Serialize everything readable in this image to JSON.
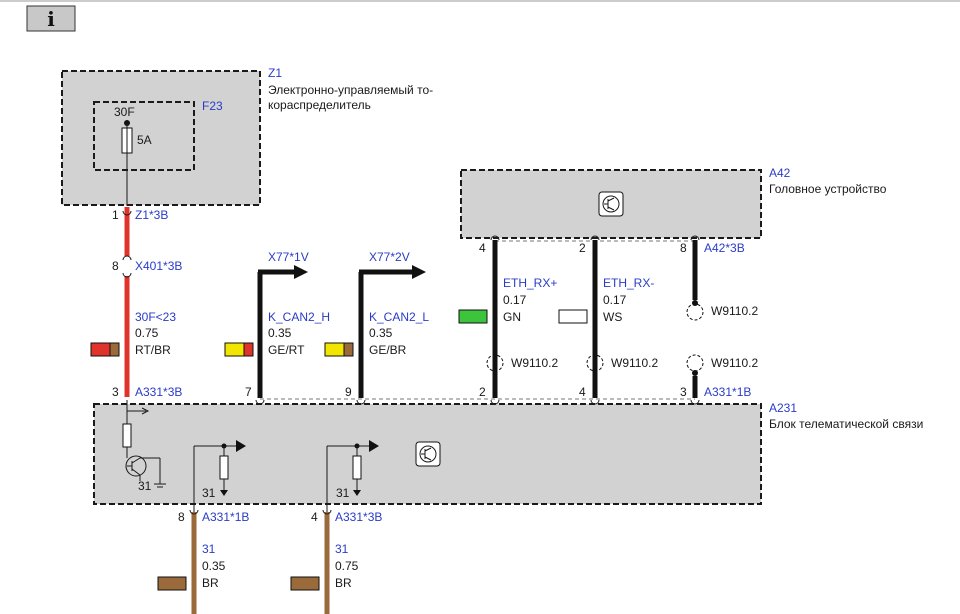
{
  "info_button": {
    "label": "i"
  },
  "z1": {
    "id": "Z1",
    "name_line1": "Электронно-управляемый то-",
    "name_line2": "корaспределитель",
    "fuse_id": "F23",
    "fuse_terminal": "30F",
    "fuse_rating": "5A",
    "pin": "1",
    "connector": "Z1*3B"
  },
  "a42": {
    "id": "A42",
    "name": "Головное устройство"
  },
  "a231": {
    "id": "A231",
    "name": "Блок телематической связи"
  },
  "x401": {
    "pin": "8",
    "connector": "X401*3B"
  },
  "wire_30f": {
    "signal": "30F<23",
    "gauge": "0.75",
    "color": "RT/BR"
  },
  "a331_3b_top": {
    "pin": "3",
    "connector": "A331*3B"
  },
  "can_h": {
    "dest": "X77*1V",
    "signal": "K_CAN2_H",
    "gauge": "0.35",
    "color": "GE/RT",
    "pin": "7"
  },
  "can_l": {
    "dest": "X77*2V",
    "signal": "K_CAN2_L",
    "gauge": "0.35",
    "color": "GE/BR",
    "pin": "9"
  },
  "eth_rx_plus": {
    "signal": "ETH_RX+",
    "gauge": "0.17",
    "color": "GN",
    "pin_top": "4",
    "pin_bottom": "2",
    "shield": "W9110.2"
  },
  "eth_rx_minus": {
    "signal": "ETH_RX-",
    "gauge": "0.17",
    "color": "WS",
    "pin_top": "2",
    "pin_bottom": "4",
    "shield": "W9110.2"
  },
  "a42_pin8": {
    "pin": "8",
    "connector": "A42*3B",
    "shield_upper": "W9110.2",
    "shield_lower": "W9110.2"
  },
  "a331_1b_top": {
    "pin": "3",
    "connector": "A331*1B"
  },
  "ground_labels": {
    "g1": "31",
    "g2": "31",
    "g3": "31"
  },
  "ground_wire1": {
    "pin": "8",
    "connector": "A331*1B",
    "signal": "31",
    "gauge": "0.35",
    "color": "BR"
  },
  "ground_wire2": {
    "pin": "4",
    "connector": "A331*3B",
    "signal": "31",
    "gauge": "0.75",
    "color": "BR"
  },
  "colors": {
    "red": "#e0332b",
    "brown": "#9a6a3a",
    "yellow": "#f2e600",
    "green": "#3dc43d",
    "black": "#111111",
    "box_fill": "#d2d2d2",
    "label_blue": "#2a3cc7"
  }
}
